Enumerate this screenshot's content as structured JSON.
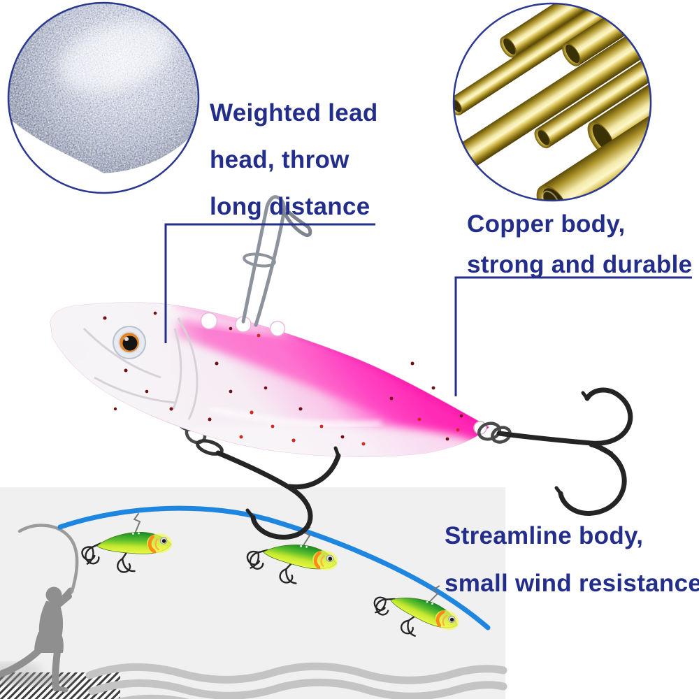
{
  "annotations": {
    "lead": {
      "line1": "Weighted lead",
      "line2": "head, throw",
      "line3": "long distance"
    },
    "copper": {
      "line1": "Copper body,",
      "line2": "strong and durable"
    },
    "streamline": {
      "line1": "Streamline body,",
      "line2": "small wind resistance"
    }
  },
  "figures": {
    "lead_inset": "silver-lead-material-photo",
    "copper_inset": "brass-copper-tubes-photo",
    "main_lure": "pink-white-vib-blade-lure-photo",
    "cast_scene": "angler-casting-illustration",
    "mini_lures": "green-yellow-vib-lures-flying",
    "water": "wavy-water-lines",
    "ground": "hatched-ground-block"
  },
  "colors": {
    "annotation_text": "#232e8b",
    "leader_line": "#232e8b",
    "inset_border": "#2b3890",
    "cast_arc_blue": "#1e86de",
    "lure_pink": "#ff2fb8",
    "lure_white": "#f6f4f6",
    "speckle_dark_red": "#6f1114",
    "speckle_bright_red": "#cf2a22",
    "eye_iris_orange": "#e1872a",
    "mini_lure_green": "#128a2a",
    "mini_lure_yellow": "#eef84a",
    "mini_lure_gill_orange": "#ff8c1a",
    "brass_gold": "#d9c155",
    "lead_silver": "#bcc6d1",
    "hook_black": "#242424",
    "snap_wire_silver": "#8d939c",
    "scene_background": "#f0f0f1",
    "water_wave_gray": "#c4c4c5",
    "silhouette_gray": "#8f8f8f"
  }
}
